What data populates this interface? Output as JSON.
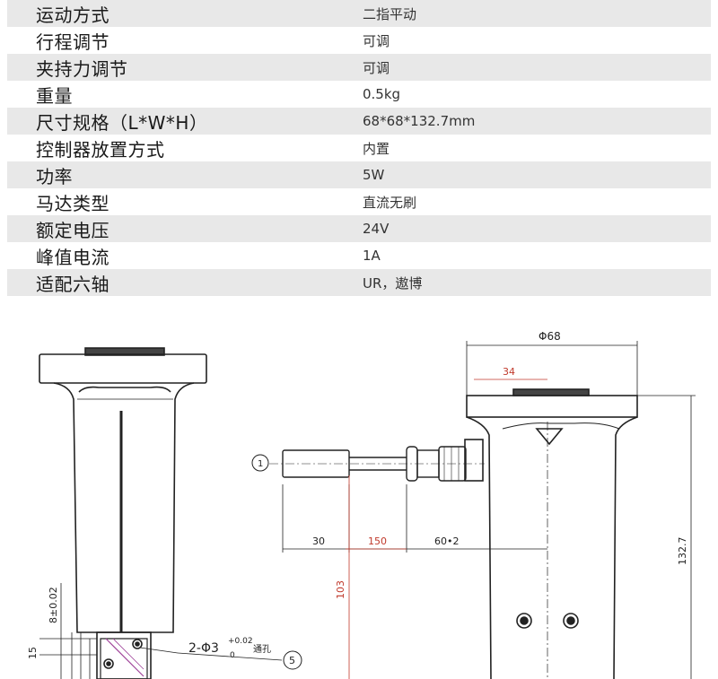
{
  "specs": [
    {
      "label": "运动方式",
      "value": "二指平动"
    },
    {
      "label": "行程调节",
      "value": "可调"
    },
    {
      "label": "夹持力调节",
      "value": "可调"
    },
    {
      "label": "重量",
      "value": "0.5kg"
    },
    {
      "label": "尺寸规格（L*W*H）",
      "value": "68*68*132.7mm"
    },
    {
      "label": "控制器放置方式",
      "value": "内置"
    },
    {
      "label": "功率",
      "value": "5W"
    },
    {
      "label": "马达类型",
      "value": "直流无刷"
    },
    {
      "label": "额定电压",
      "value": "24V"
    },
    {
      "label": "峰值电流",
      "value": "1A"
    },
    {
      "label": "适配六轴",
      "value": "UR，遨博"
    }
  ],
  "drawing": {
    "dim_diameter": "Φ68",
    "dim_34": "34",
    "dim_30": "30",
    "dim_150": "150",
    "dim_60_2": "60•2",
    "dim_103": "103",
    "dim_132_7": "132.7",
    "dim_8": "8±0.02",
    "dim_15": "15",
    "hole_spec": "2-Φ3",
    "hole_tol_upper": "+0.02",
    "hole_tol_lower": "0",
    "hole_note": "通孔",
    "callout_1": "1",
    "callout_5": "5"
  }
}
